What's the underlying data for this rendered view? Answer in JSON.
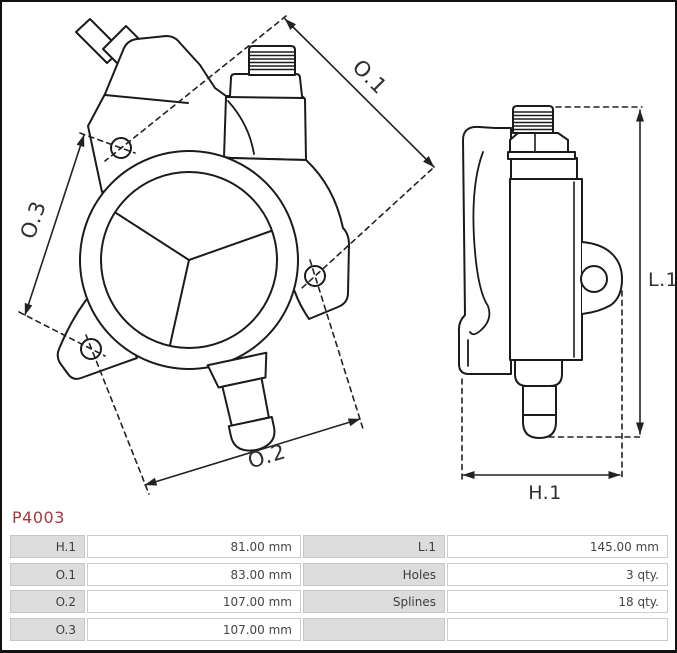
{
  "part_header": {
    "code": "P4003",
    "color": "#a53a3f"
  },
  "diagram": {
    "front_view": {
      "description": "vacuum pump front view with three mounting holes",
      "labels": {
        "o1": "O.1",
        "o2": "O.2",
        "o3": "O.3"
      }
    },
    "side_view": {
      "description": "vacuum pump side view with threaded fitting and pushrod",
      "labels": {
        "l1": "L.1",
        "h1": "H.1"
      }
    }
  },
  "spec_table": {
    "rows": [
      {
        "col1_label": "H.1",
        "col1_value": "81.00 mm",
        "col2_label": "L.1",
        "col2_value": "145.00 mm"
      },
      {
        "col1_label": "O.1",
        "col1_value": "83.00 mm",
        "col2_label": "Holes",
        "col2_value": "3 qty."
      },
      {
        "col1_label": "O.2",
        "col1_value": "107.00 mm",
        "col2_label": "Splines",
        "col2_value": "18 qty."
      },
      {
        "col1_label": "O.3",
        "col1_value": "107.00 mm",
        "col2_label": "",
        "col2_value": ""
      }
    ]
  }
}
